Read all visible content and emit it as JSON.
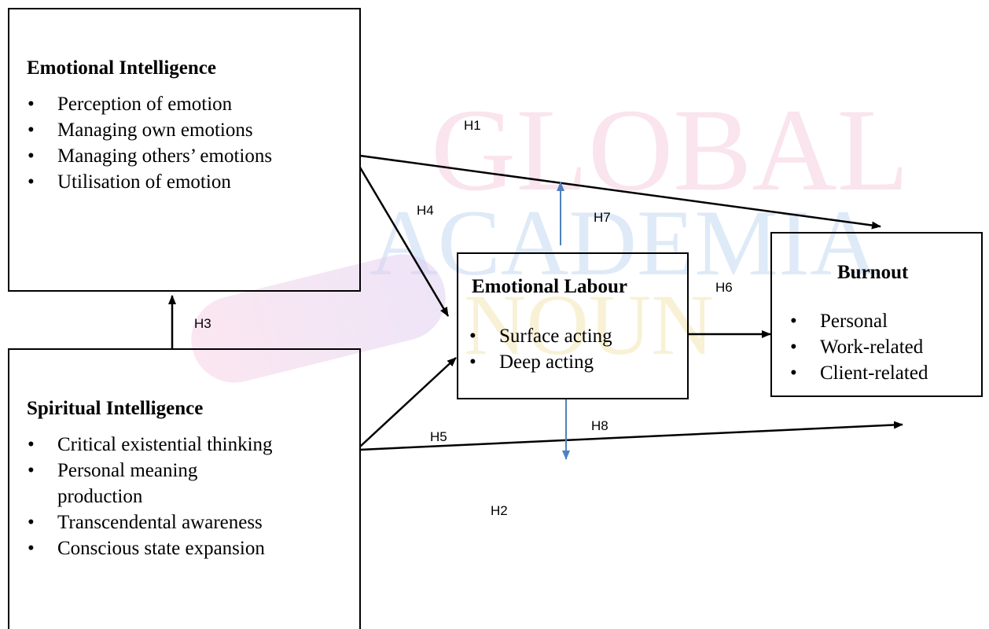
{
  "watermark": {
    "line1": "GLOBAL",
    "line2": "ACADEMIA",
    "line3": "NOUN",
    "colors": [
      "#f4c6dc",
      "#bcd3ee",
      "#f2e3a6"
    ]
  },
  "boxes": {
    "emotional_intelligence": {
      "title": "Emotional Intelligence",
      "items": [
        "Perception of emotion",
        "Managing own emotions",
        "Managing others’ emotions",
        "Utilisation of emotion"
      ]
    },
    "spiritual_intelligence": {
      "title": "Spiritual Intelligence",
      "items": [
        "Critical existential thinking",
        "Personal meaning production",
        "Transcendental awareness",
        "Conscious state expansion"
      ]
    },
    "emotional_labour": {
      "title": "Emotional Labour",
      "items": [
        "Surface acting",
        "Deep acting"
      ]
    },
    "burnout": {
      "title": "Burnout",
      "items": [
        "Personal",
        "Work-related",
        "Client-related"
      ]
    }
  },
  "hypotheses": {
    "h1": "H1",
    "h2": "H2",
    "h3": "H3",
    "h4": "H4",
    "h5": "H5",
    "h6": "H6",
    "h7": "H7",
    "h8": "H8"
  },
  "colors": {
    "arrow_black": "#000000",
    "arrow_blue": "#4f81bd"
  }
}
